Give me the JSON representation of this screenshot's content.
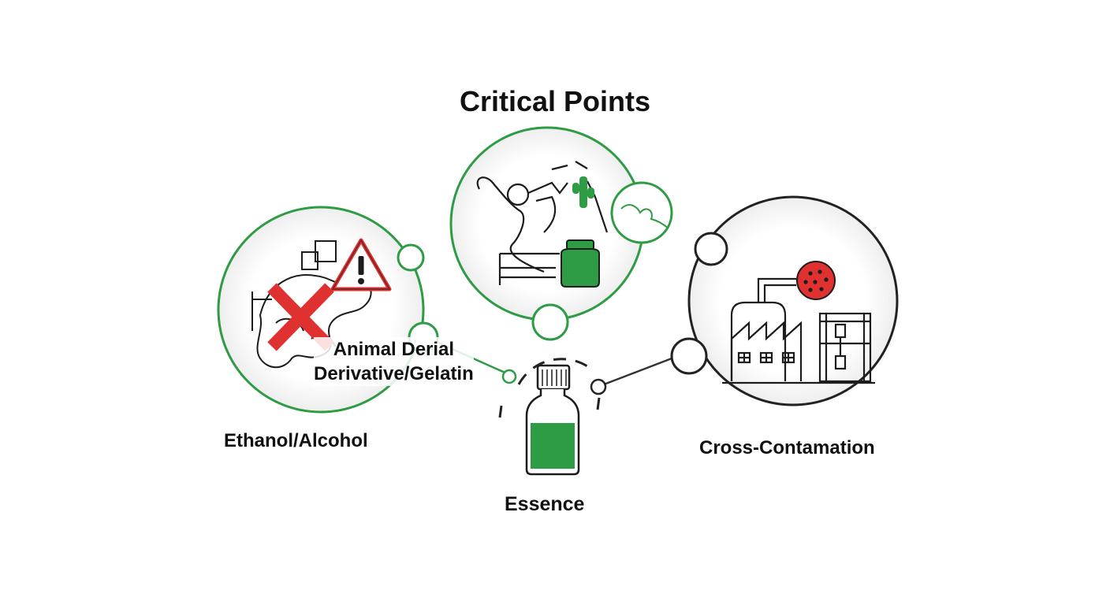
{
  "title": "Critical Points",
  "nodes": {
    "ethanol": {
      "label": "Ethanol/Alcohol"
    },
    "animal": {
      "label_line1": "Animal Derial",
      "label_line2": "Derivative/Gelatin"
    },
    "essence": {
      "label": "Essence"
    },
    "cross": {
      "label": "Cross-Contamation"
    }
  },
  "colors": {
    "accent_green": "#2e9b45",
    "warning_red": "#e03131",
    "outline": "#1c1c1c",
    "ring_dark": "#333333"
  },
  "icons": [
    "crossed-out-food-icon",
    "warning-triangle-icon",
    "animal-source-icon",
    "green-jar-icon",
    "plant-sprig-icon",
    "essence-bottle-icon",
    "factory-icon",
    "contaminant-particle-icon"
  ]
}
